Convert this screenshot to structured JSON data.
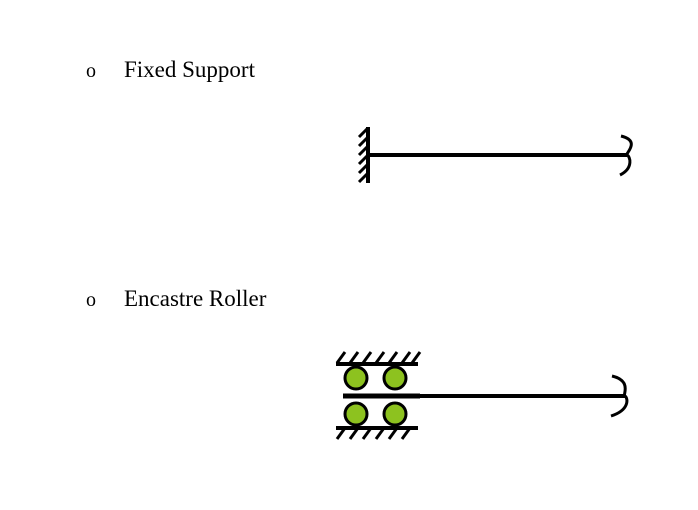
{
  "items": [
    {
      "bullet": "o",
      "label": "Fixed Support"
    },
    {
      "bullet": "o",
      "label": "Encastre Roller"
    }
  ],
  "colors": {
    "line": "#000000",
    "roller_fill": "#8dc21f"
  }
}
